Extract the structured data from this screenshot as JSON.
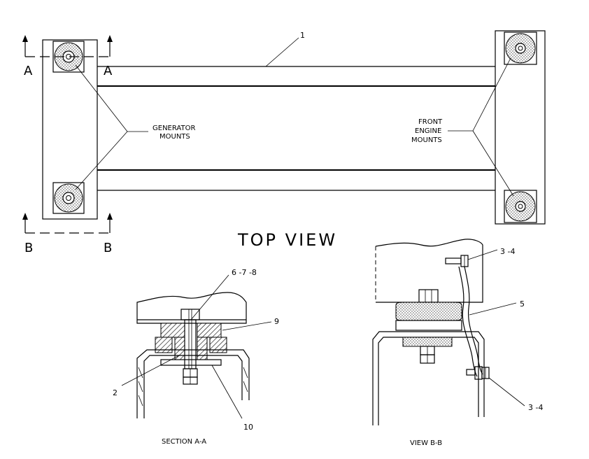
{
  "figure": {
    "top_view_title": "TOP VIEW",
    "section_aa_title": "SECTION A-A",
    "view_bb_title": "VIEW B-B",
    "section_marker_a": "A",
    "section_marker_b": "B",
    "callouts": {
      "part_1": "1",
      "part_2": "2",
      "part_5": "5",
      "part_9": "9",
      "part_10": "10",
      "parts_6_7_8": "6 -7 -8",
      "parts_3_4_upper": "3 -4",
      "parts_3_4_lower": "3 -4"
    },
    "labels": {
      "generator_mounts_line1": "GENERATOR",
      "generator_mounts_line2": "MOUNTS",
      "front_engine_mounts_line1": "FRONT",
      "front_engine_mounts_line2": "ENGINE",
      "front_engine_mounts_line3": "MOUNTS"
    }
  }
}
